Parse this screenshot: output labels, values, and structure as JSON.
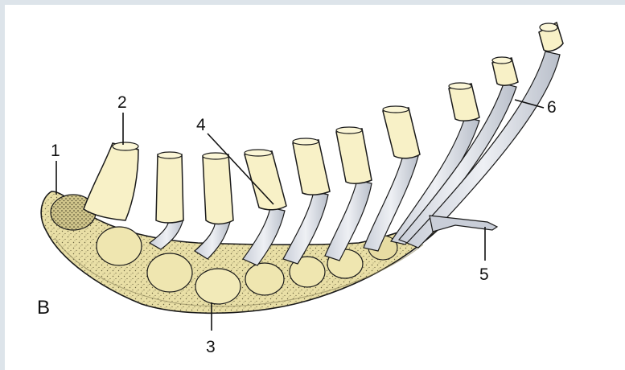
{
  "figure": {
    "panel_letter": "B",
    "labels": [
      "1",
      "2",
      "3",
      "4",
      "5",
      "6"
    ]
  },
  "colors": {
    "bone": "#f1e9b6",
    "bone_shadow": "#b8ae70",
    "cartilage": "#f8f1c7",
    "ligament": "#dfe3ea",
    "outline": "#1a1a1a",
    "frame_border": "#dde4ea"
  }
}
